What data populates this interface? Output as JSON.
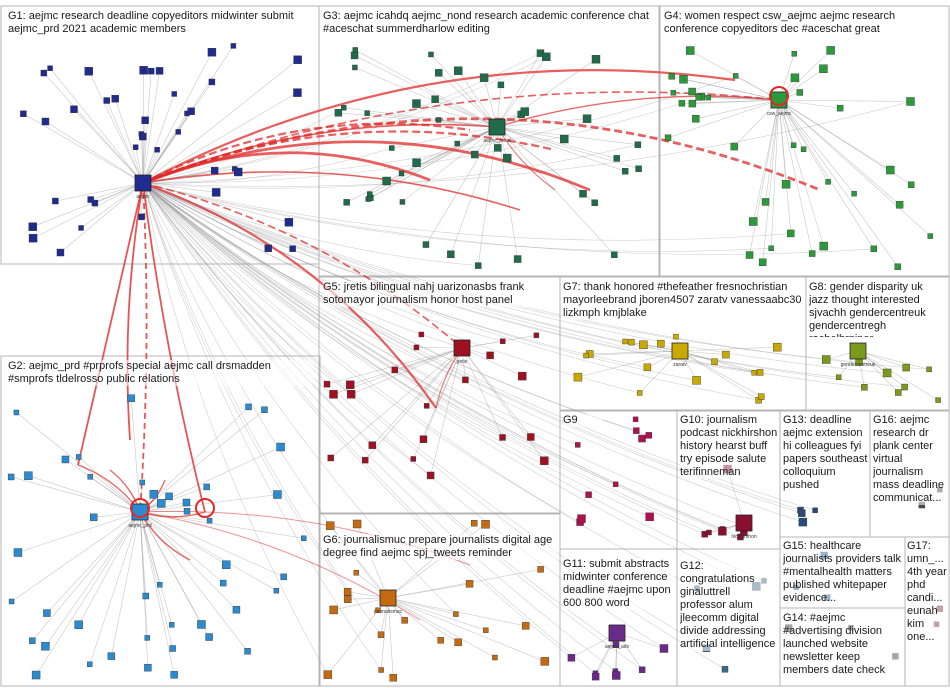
{
  "groups": [
    {
      "id": "G1",
      "label": "G1: aejmc research deadline copyeditors midwinter submit aejmc_prd 2021 academic members",
      "color": "#1f2b8f"
    },
    {
      "id": "G2",
      "label": "G2: aejmc_prd #prprofs special aejmc call drsmadden #smprofs tldelrosso public relations",
      "color": "#2a8bd0"
    },
    {
      "id": "G3",
      "label": "G3: aejmc icahdq aejmc_nond research academic conference chat #aceschat summerdharlow editing",
      "color": "#1f6b4a"
    },
    {
      "id": "G4",
      "label": "G4: women respect csw_aejmc aejmc research conference copyeditors dec #aceschat great",
      "color": "#2b9a3a"
    },
    {
      "id": "G5",
      "label": "G5: jretis bilingual nahj uarizonasbs frank sotomayor journalism honor host panel",
      "color": "#a01020"
    },
    {
      "id": "G6",
      "label": "G6: journalismuc prepare journalists digital age degree find aejmc spj_tweets reminder",
      "color": "#c46a10"
    },
    {
      "id": "G7",
      "label": "G7: thank honored #thefeather fresnochristian mayorleebrand jboren4507 zaratv vanessaabc30 lizkmph kmjblake",
      "color": "#c9a800"
    },
    {
      "id": "G8",
      "label": "G8: gender disparity uk jazz thought interested sjvachh gendercentreuk gendercentregh rachelhrpiper",
      "color": "#7a9a1a"
    },
    {
      "id": "G9",
      "label": "G9",
      "color": "#b01050"
    },
    {
      "id": "G10",
      "label": "G10: journalism podcast nickhirshon history hearst buff try episode salute terifinneman",
      "color": "#8a1030"
    },
    {
      "id": "G11",
      "label": "G11: submit abstracts midwinter conference deadline #aejmc upon 600 800 word",
      "color": "#6a2a8a"
    },
    {
      "id": "G12",
      "label": "G12: congratulations ginaluttrell professor alum jleecomm digital divide addressing artificial intelligence",
      "color": "#3a6a8a"
    },
    {
      "id": "G13",
      "label": "G13: deadline aejmc extension hi colleagues fyi papers southeast colloquium pushed",
      "color": "#2a4a7a"
    },
    {
      "id": "G14",
      "label": "G14: #aejmc #advertising division launched website newsletter keep members date check",
      "color": "#3a3a3a"
    },
    {
      "id": "G15",
      "label": "G15: healthcare journalists providers talk #mentalhealth matters published whitepaper evidence...",
      "color": "#1a5a9a"
    },
    {
      "id": "G16",
      "label": "G16: aejmc research dr plank center virtual journalism mass deadline communicat...",
      "color": "#4a4a4a"
    },
    {
      "id": "G17",
      "label": "G17: umn_... 4th year phd candi... eunah kim one...",
      "color": "#8a2a2a"
    }
  ],
  "hubs": [
    {
      "group": "G1",
      "label": "aejmc",
      "color": "#1f2b8f"
    },
    {
      "group": "G2",
      "label": "aejmc_prd",
      "color": "#2a8bd0"
    },
    {
      "group": "G3",
      "label": "aejmc_nond",
      "color": "#1f6b4a"
    },
    {
      "group": "G4",
      "label": "csw_aejmc",
      "color": "#2b9a3a"
    },
    {
      "group": "G5",
      "label": "jretis",
      "color": "#a01020"
    },
    {
      "group": "G6",
      "label": "journalismuc",
      "color": "#c46a10"
    },
    {
      "group": "G7",
      "label": "zaratv",
      "color": "#c9a800"
    },
    {
      "group": "G8",
      "label": "gendercentreuk",
      "color": "#7a9a1a"
    },
    {
      "group": "G10",
      "label": "nickhirshon",
      "color": "#8a1030"
    },
    {
      "group": "G11",
      "label": "aejmc_adv",
      "color": "#6a2a8a"
    }
  ],
  "edge_colors": {
    "strong": "#e02a2a",
    "weak": "#9a9a9a",
    "box_border": "#b5b5b5"
  }
}
